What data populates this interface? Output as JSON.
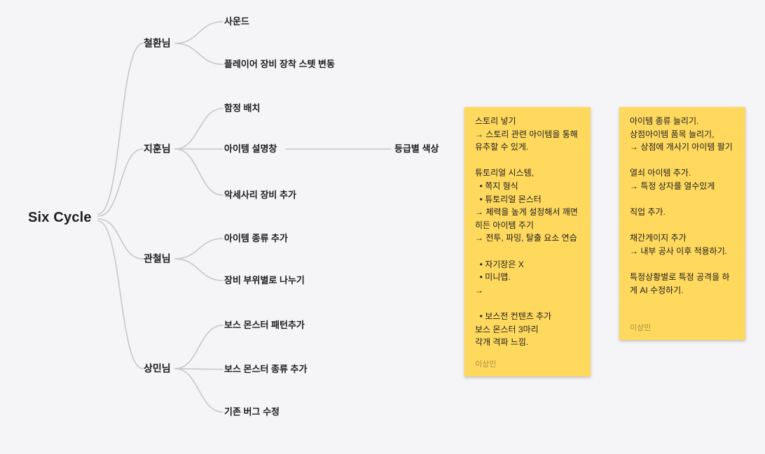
{
  "canvas": {
    "background_color": "#F5F5F7",
    "connector_color": "#C6C6CC",
    "text_color": "#1C1C1E"
  },
  "mindmap": {
    "root": {
      "label": "Six Cycle"
    },
    "branches": [
      {
        "label": "철환님",
        "children": [
          {
            "label": "사운드"
          },
          {
            "label": "플레이어 장비 장착 스텟 변동"
          }
        ]
      },
      {
        "label": "지훈님",
        "children": [
          {
            "label": "함정 배치"
          },
          {
            "label": "아이템 설명창",
            "children": [
              {
                "label": "등급별 색상"
              }
            ]
          },
          {
            "label": "악세사리 장비 추가"
          }
        ]
      },
      {
        "label": "관철님",
        "children": [
          {
            "label": "아이템 종류 추가"
          },
          {
            "label": "장비 부위별로 나누기"
          }
        ]
      },
      {
        "label": "상민님",
        "children": [
          {
            "label": "보스 몬스터 패턴추가"
          },
          {
            "label": "보스 몬스터 종류 추가"
          },
          {
            "label": "기존 버그 수정"
          }
        ]
      }
    ]
  },
  "sticky_notes": [
    {
      "color": "#FFD95E",
      "body": "스토리 넣기\n→ 스토리 관련 아이템을 통해\n유추할 수 있게.\n\n튜토리얼 시스템,\n  • 쪽지 형식\n  • 튜토리얼 몬스터\n→ 체력을 높게 설정해서 깨면\n히든 아이템 주기\n→ 전투, 파밍, 탈출 요소 연습\n\n  • 자기장은 X\n  • 미니맵.\n→\n\n  • 보스전 컨텐츠 추가\n보스 몬스터 3마리\n각개 격파 느낌.",
      "author": "이상민"
    },
    {
      "color": "#FFD95E",
      "body": "아이템 종류 늘리기.\n상점아이템 품목 늘리기,\n→ 상점에 개사기 아이템 팔기\n\n열쇠 아이템 추가.\n→ 특정 상자를 열수있게\n\n직업 추가.\n\n채간게이지 추가\n→ 내부 공사 이후 적용하기.\n\n특정상황별로 특정 공격을 하게 AI 수정하기.",
      "author": "이상민"
    }
  ]
}
